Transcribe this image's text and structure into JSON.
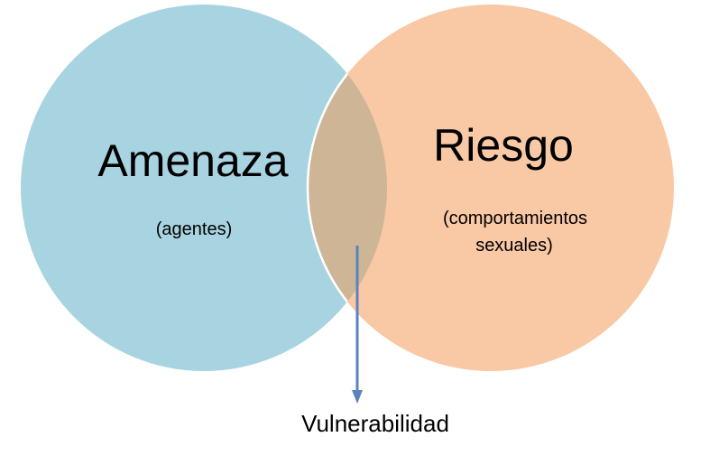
{
  "diagram": {
    "left_circle": {
      "title": "Amenaza",
      "subtitle": "(agentes)",
      "fill": "#a8d4e2"
    },
    "right_circle": {
      "title": "Riesgo",
      "subtitle_line1": "(comportamientos",
      "subtitle_line2": "sexuales)",
      "fill": "#f9c8a4"
    },
    "intersection": {
      "label": "Vulnerabilidad",
      "fill": "#cdb595"
    },
    "arrow_color": "#5a82bf",
    "outline_color": "#ffffff"
  }
}
